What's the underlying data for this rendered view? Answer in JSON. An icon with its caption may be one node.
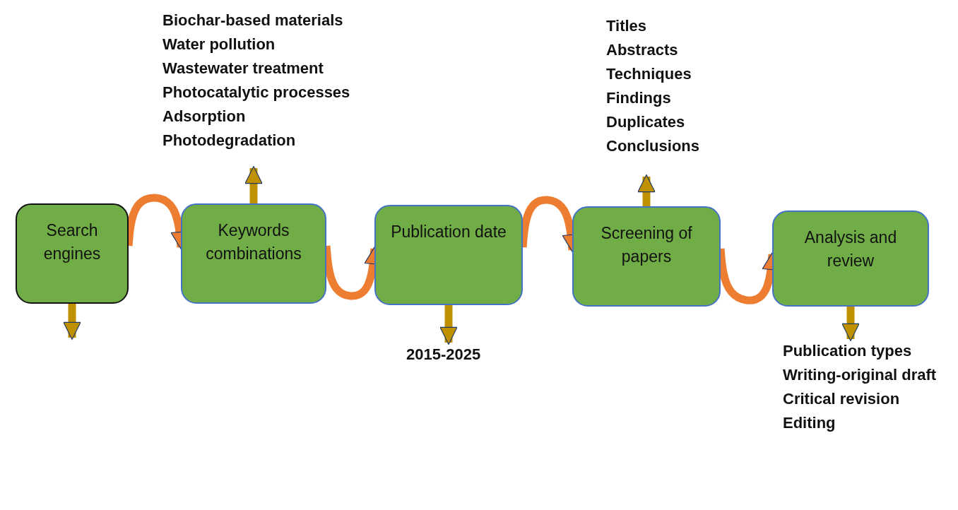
{
  "diagram": {
    "nodes": [
      {
        "text": [
          "Search engines"
        ]
      },
      {
        "text": [
          "Keywords combinations"
        ]
      },
      {
        "text": [
          "Publication date"
        ]
      },
      {
        "text": [
          "Screening of papers"
        ]
      },
      {
        "text": [
          "Analysis and review"
        ]
      },
      {
        "text": [
          "Biochar-based materials",
          "Water pollution",
          "Wastewater treatment",
          "Photocatalytic processes",
          "Adsorption",
          "Photodegradation"
        ]
      },
      {
        "text": [
          "2015-2025"
        ]
      },
      {
        "text": [
          "Titles",
          "Abstracts",
          "Techniques",
          "Findings",
          "Duplicates",
          "Conclusions"
        ]
      },
      {
        "text": [
          "Publication types",
          "Writing-original draft",
          "Critical revision",
          "Editing"
        ]
      }
    ],
    "edges": [
      {
        "from": 0,
        "to": 1,
        "arrow": "to",
        "color": "#ed7d31"
      },
      {
        "from": 1,
        "to": 2,
        "arrow": "to",
        "color": "#ed7d31"
      },
      {
        "from": 2,
        "to": 3,
        "arrow": "to",
        "color": "#ed7d31"
      },
      {
        "from": 3,
        "to": 4,
        "arrow": "to",
        "color": "#ed7d31"
      },
      {
        "from": 0,
        "to": null,
        "arrow": "to",
        "color": "#bf9000"
      },
      {
        "from": 1,
        "to": 5,
        "arrow": "to",
        "color": "#bf9000"
      },
      {
        "from": 2,
        "to": 6,
        "arrow": "to",
        "color": "#bf9000"
      },
      {
        "from": 3,
        "to": 7,
        "arrow": "to",
        "color": "#bf9000"
      },
      {
        "from": 4,
        "to": 8,
        "arrow": "to",
        "color": "#bf9000"
      }
    ]
  }
}
